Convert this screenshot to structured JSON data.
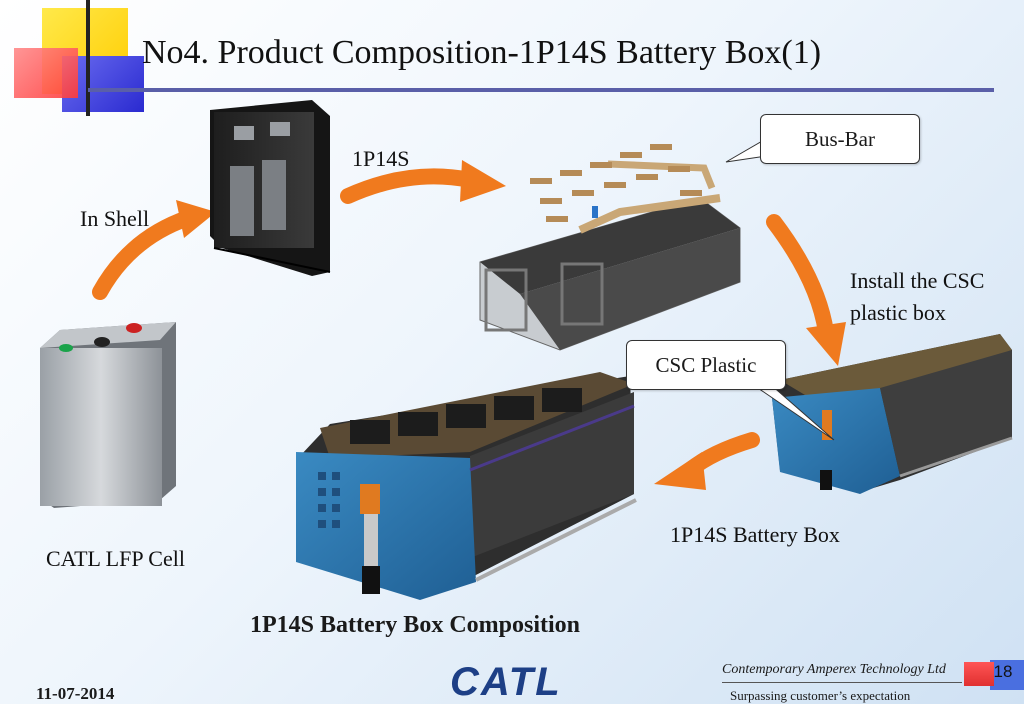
{
  "slide": {
    "title": "No4. Product Composition-1P14S Battery Box(1)",
    "date": "11-07-2014",
    "logo": "CATL",
    "company": "Contemporary Amperex Technology Ltd",
    "slogan": "Surpassing customer’s expectation",
    "page_number": "18"
  },
  "diagram": {
    "labels": {
      "in_shell": "In Shell",
      "p14s": "1P14S",
      "install_csc": "Install the CSC",
      "plastic_box": "plastic box",
      "battery_box": "1P14S Battery Box",
      "cell": "CATL LFP Cell"
    },
    "callouts": {
      "bus_bar": "Bus-Bar",
      "csc_plastic": "CSC Plastic"
    },
    "caption": "1P14S Battery Box Composition"
  },
  "colors": {
    "arrow": "#f07a1e",
    "title_rule": "#5a5fa8",
    "csc_blue": "#2f78b0",
    "logo_blue": "#1d3f86"
  }
}
